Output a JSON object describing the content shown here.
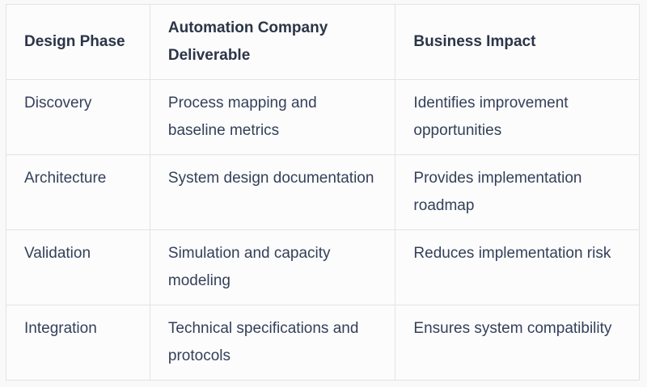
{
  "table": {
    "headers": [
      "Design Phase",
      "Automation Company Deliverable",
      "Business Impact"
    ],
    "rows": [
      [
        "Discovery",
        "Process mapping and baseline metrics",
        "Identifies improvement opportunities"
      ],
      [
        "Architecture",
        "System design documentation",
        "Provides implementation roadmap"
      ],
      [
        "Validation",
        "Simulation and capacity modeling",
        "Reduces implementation risk"
      ],
      [
        "Integration",
        "Technical specifications and protocols",
        "Ensures system compatibility"
      ]
    ]
  }
}
